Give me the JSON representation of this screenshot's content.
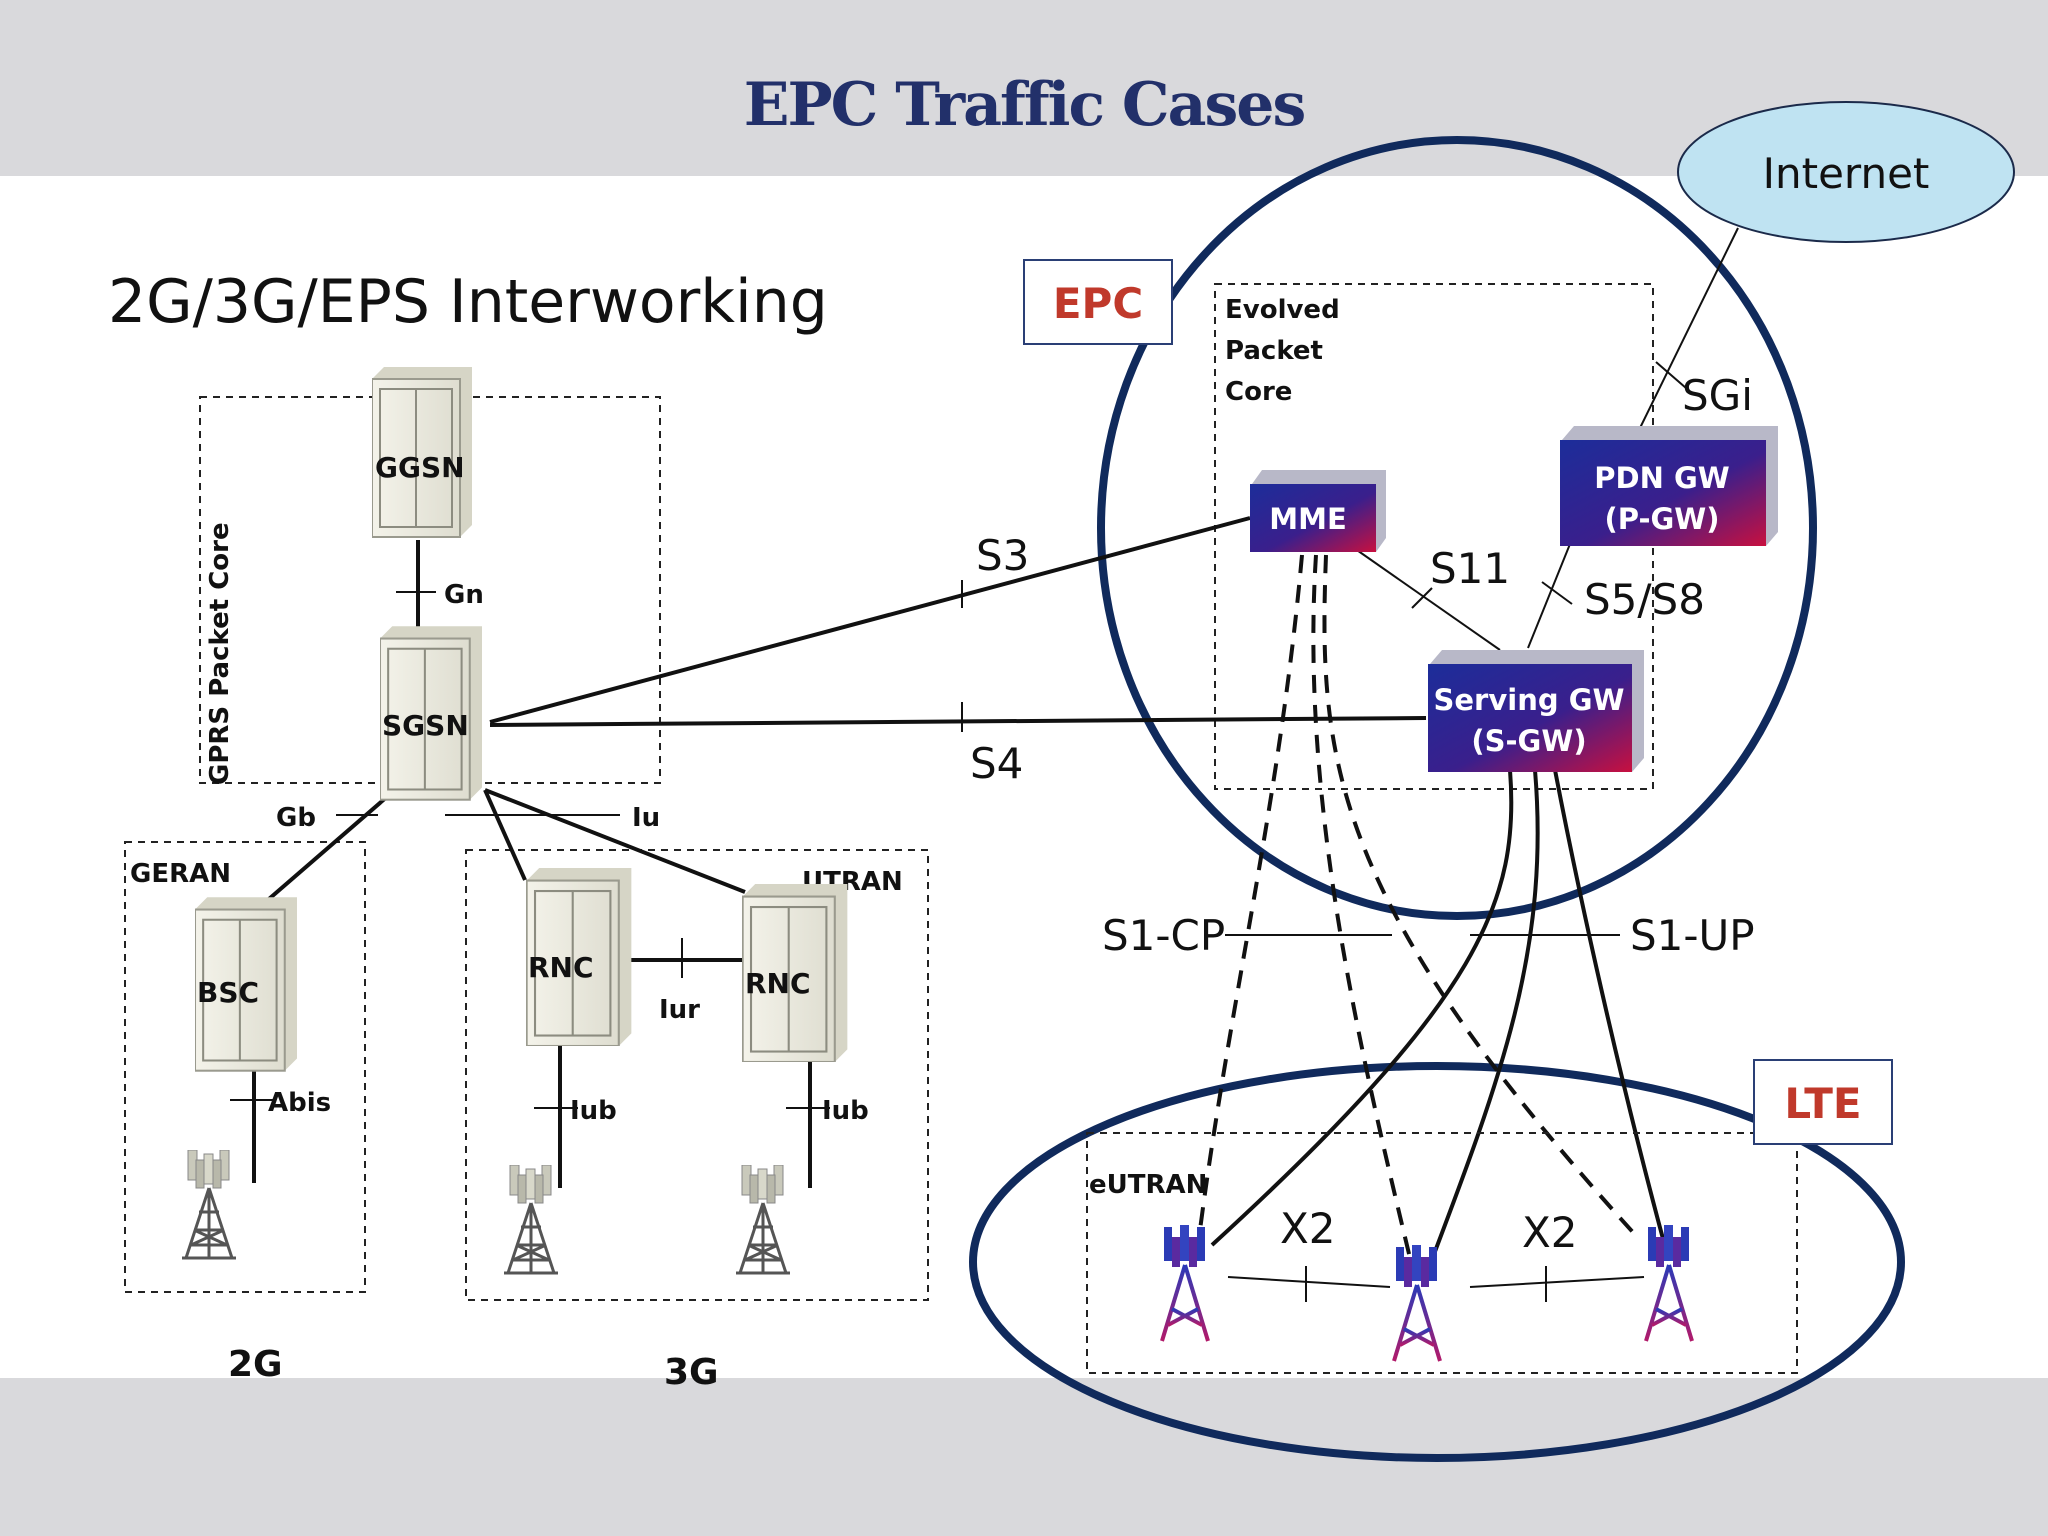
{
  "title": "EPC Traffic Cases",
  "subtitle": "2G/3G/EPS Interworking",
  "legacy": {
    "gprs_core_label": "GPRS Packet Core",
    "ggsn": "GGSN",
    "sgsn": "SGSN",
    "gn": "Gn",
    "gb": "Gb",
    "iu": "Iu",
    "geran": "GERAN",
    "utran": "UTRAN",
    "bsc": "BSC",
    "rnc_left": "RNC",
    "rnc_right": "RNC",
    "iur": "Iur",
    "abis": "Abis",
    "iub_left": "Iub",
    "iub_right": "Iub",
    "caption_2g": "2G",
    "caption_3g": "3G"
  },
  "epc": {
    "epc_label": "EPC",
    "core_line1": "Evolved",
    "core_line2": "Packet",
    "core_line3": "Core",
    "mme": "MME",
    "pgw_line1": "PDN GW",
    "pgw_line2": "(P-GW)",
    "sgw_line1": "Serving GW",
    "sgw_line2": "(S-GW)",
    "internet": "Internet",
    "sgi": "SGi",
    "s3": "S3",
    "s4": "S4",
    "s11": "S11",
    "s5s8": "S5/S8",
    "s1cp": "S1-CP",
    "s1up": "S1-UP"
  },
  "lte": {
    "lte_label": "LTE",
    "eutran": "eUTRAN",
    "x2_left": "X2",
    "x2_right": "X2"
  },
  "colors": {
    "header_band": "#d9d9dc",
    "navy": "#102a5c",
    "gw_gradient_start": "#1c1f9a",
    "gw_gradient_end": "#c0103e",
    "red_label": "#c0392b",
    "internet_fill": "#bfe3f2"
  }
}
